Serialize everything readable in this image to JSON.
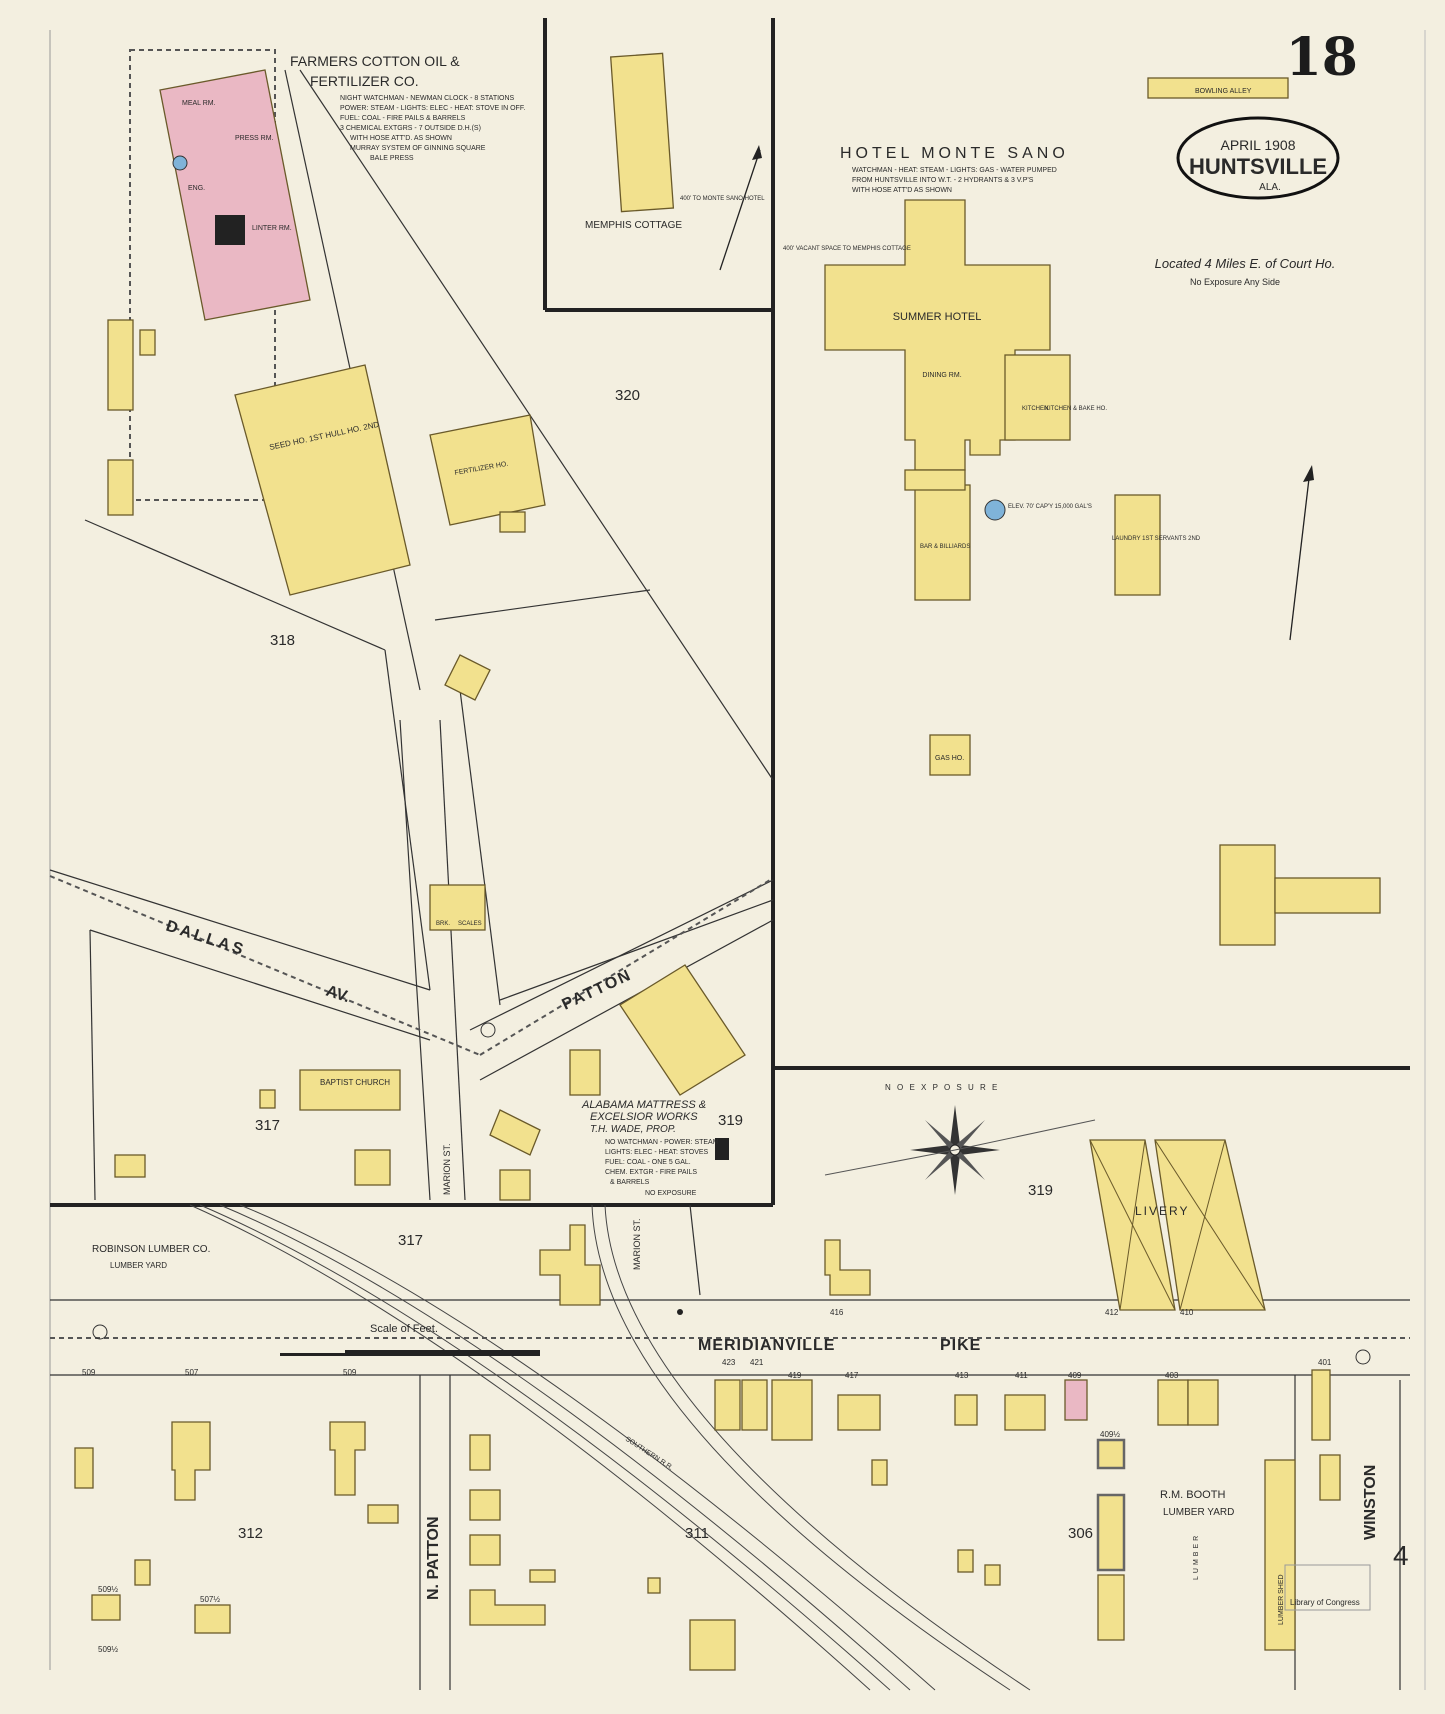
{
  "sheet": {
    "number": "18",
    "date": "APRIL 1908",
    "city": "HUNTSVILLE",
    "state": "ALA.",
    "location_note": "Located 4 Miles E. of Court Ho.",
    "exposure_note": "No Exposure Any Side"
  },
  "colors": {
    "paper": "#f3efe0",
    "frame": "#f2e18e",
    "brick": "#eab8c4",
    "ink": "#222222"
  },
  "title": {
    "farmers": "FARMERS COTTON OIL &",
    "farmers2": "FERTILIZER CO.",
    "farmers_notes": [
      "NIGHT WATCHMAN - NEWMAN CLOCK - 8 STATIONS",
      "POWER: STEAM - LIGHTS: ELEC - HEAT: STOVE IN OFF.",
      "FUEL: COAL - FIRE PAILS & BARRELS",
      "3 CHEMICAL EXTGRS - 7 OUTSIDE D.H.(S)",
      "WITH HOSE ATT'D. AS SHOWN",
      "MURRAY SYSTEM OF GINNING SQUARE",
      "BALE PRESS"
    ],
    "hotel": "HOTEL MONTE SANO",
    "hotel_notes": [
      "WATCHMAN - HEAT: STEAM - LIGHTS: GAS - WATER PUMPED",
      "FROM HUNTSVILLE INTO W.T. - 2 HYDRANTS & 3 V.P'S",
      "WITH HOSE ATT'D AS SHOWN"
    ],
    "mattress": "ALABAMA MATTRESS &",
    "mattress2": "EXCELSIOR WORKS",
    "mattress3": "T.H. WADE, PROP.",
    "mattress_notes": [
      "NO WATCHMAN - POWER: STEAM",
      "LIGHTS: ELEC - HEAT: STOVES",
      "FUEL: COAL - ONE 5 GAL.",
      "CHEM. EXTGR - FIRE PAILS",
      "& BARRELS"
    ]
  },
  "labels": {
    "memphis": "MEMPHIS COTTAGE",
    "memphis_note": "400' TO MONTE SANO HOTEL",
    "summer_hotel": "SUMMER HOTEL",
    "dining": "DINING RM.",
    "kitchen": "KITCHEN",
    "bake": "KITCHEN & BAKE HO.",
    "bar": "BAR & BILLIARDS",
    "laundry": "LAUNDRY 1ST SERVANTS 2ND",
    "gas_ho": "GAS HO.",
    "bowling": "BOWLING ALLEY",
    "vacant": "400' VACANT SPACE TO MEMPHIS COTTAGE",
    "water_tank": "ELEV. 70' CAP'Y 15,000 GAL'S",
    "seed": "SEED HO. 1ST HULL HO. 2ND",
    "fertilizer": "FERTILIZER HO.",
    "meal": "MEAL RM.",
    "linter": "LINTER RM.",
    "press": "PRESS RM.",
    "eng": "ENG.",
    "church": "BAPTIST CHURCH",
    "livery": "LIVERY",
    "booth": "R.M. BOOTH",
    "booth2": "LUMBER YARD",
    "robinson": "ROBINSON LUMBER CO.",
    "robinson2": "LUMBER YARD",
    "lumber_shed": "LUMBER SHED",
    "lumber": "LUMBER",
    "scale": "Scale of Feet.",
    "no_exposure": "N O   E X P O S U R E",
    "no_exposure2": "NO EXPOSURE",
    "scales": "SCALES",
    "brk": "BRK."
  },
  "streets": {
    "dallas": "DALLAS",
    "av": "AV.",
    "patton": "PATTON",
    "marion": "MARION ST.",
    "marion2": "MARION ST.",
    "meridianville": "MERIDIANVILLE",
    "pike": "PIKE",
    "n_patton": "N. PATTON",
    "winston": "WINSTON",
    "southern_rr": "SOUTHERN R.R."
  },
  "blocks": [
    "320",
    "318",
    "317",
    "319",
    "317",
    "319",
    "312",
    "311",
    "306"
  ],
  "addresses": [
    "509",
    "507",
    "509",
    "423",
    "421",
    "419",
    "417",
    "413",
    "411",
    "409",
    "403",
    "401",
    "416",
    "412",
    "410",
    "509½",
    "507½",
    "509½",
    "409½"
  ],
  "edge_number": "4",
  "stamp": "Library of Congress"
}
